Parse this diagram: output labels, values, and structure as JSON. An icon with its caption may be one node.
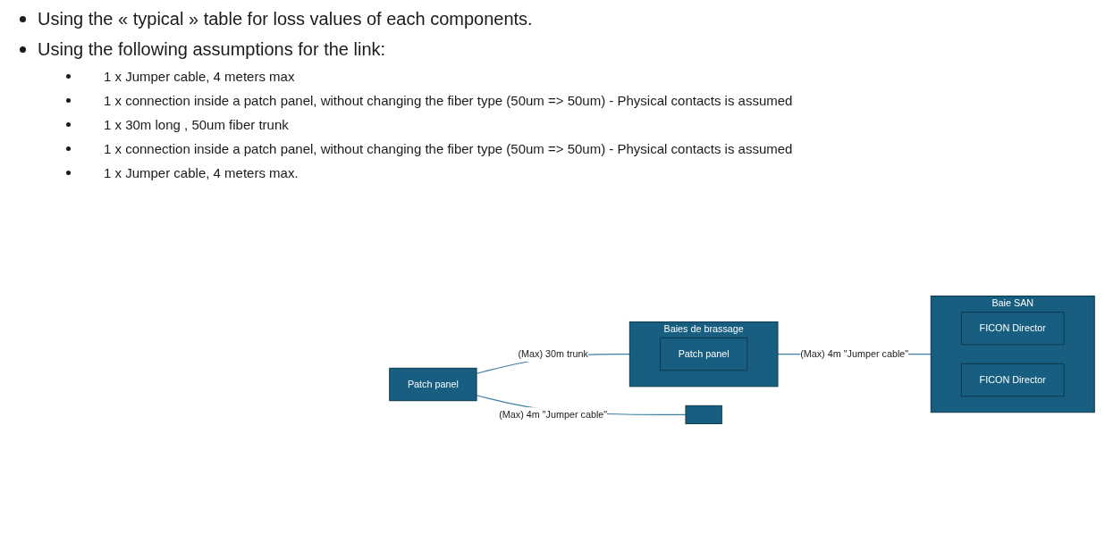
{
  "diagram": {
    "nodes": [
      {
        "text": [
          "Patch panel"
        ]
      },
      {
        "text": [],
        "shape": "box"
      },
      {
        "text": [
          "Baies de brassage"
        ]
      },
      {
        "text": [
          "Patch panel"
        ],
        "in": 2
      },
      {
        "text": [
          "Baie SAN"
        ]
      },
      {
        "text": [
          "FICON Director"
        ],
        "in": 4
      },
      {
        "text": [
          "FICON Director"
        ],
        "in": 4
      }
    ],
    "edges": [
      {
        "from": 0,
        "to": 2,
        "arrow": "none",
        "label": "(Max) 30m trunk"
      },
      {
        "from": 2,
        "to": 4,
        "arrow": "none",
        "label": "(Max) 4m \"Jumper cable\""
      },
      {
        "from": 0,
        "to": 1,
        "arrow": "none",
        "label": "(Max) 4m \"Jumper cable\""
      }
    ],
    "labels": [
      "Using the « typical » table for loss values of each components.",
      "Using the following assumptions for the link:",
      "1 x Jumper cable, 4 meters max",
      "1 x connection inside a patch panel, without changing the fiber type (50um => 50um) - Physical contacts is assumed",
      "1 x 30m long , 50um fiber trunk",
      "1 x connection inside a patch panel, without changing the fiber type (50um => 50um) - Physical contacts is assumed",
      "1 x Jumper cable, 4 meters max."
    ]
  }
}
